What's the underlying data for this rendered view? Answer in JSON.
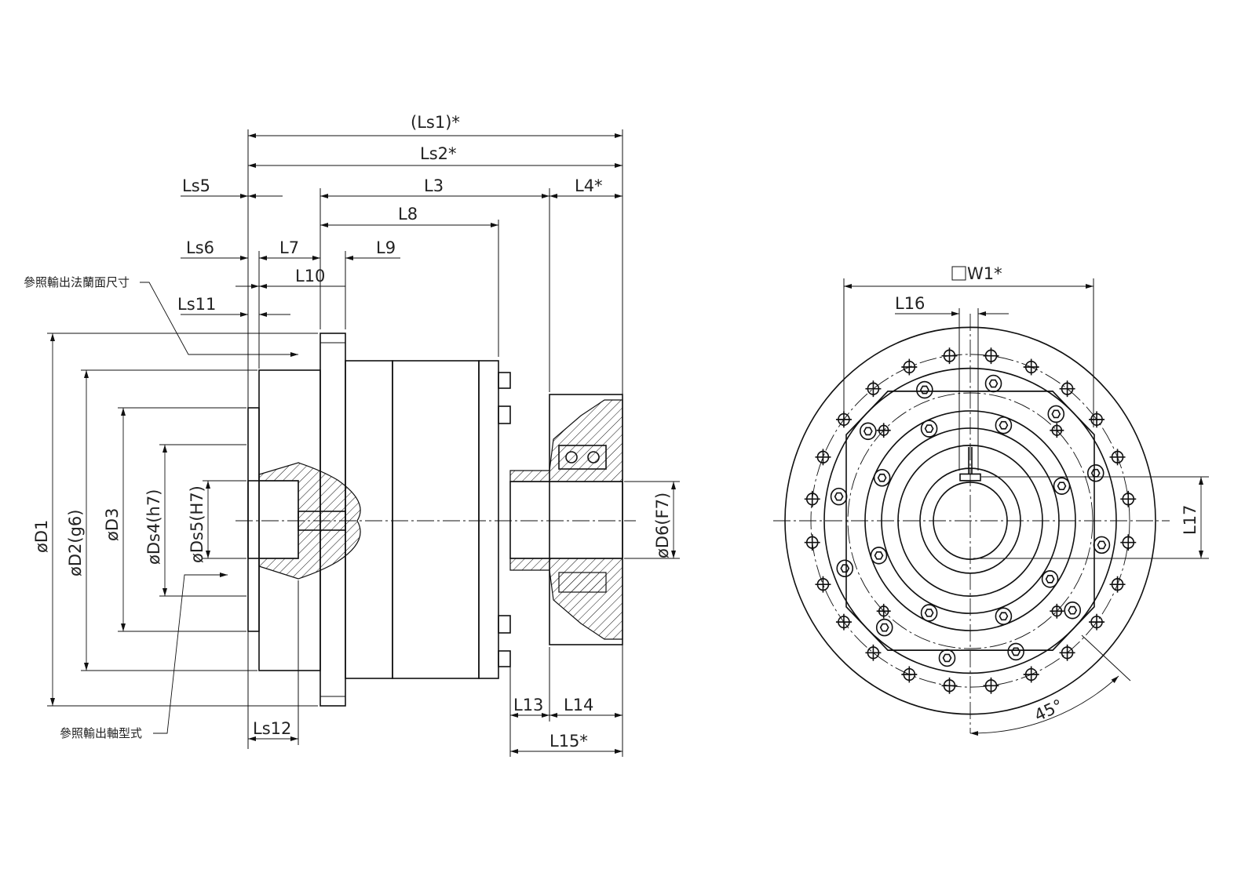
{
  "drawing": {
    "side_view": {
      "dimensions": {
        "ls1": "(Ls1)*",
        "ls2": "Ls2*",
        "ls5": "Ls5",
        "l3": "L3",
        "l4": "L4*",
        "l8": "L8",
        "ls6": "Ls6",
        "l7": "L7",
        "l9": "L9",
        "l10": "L10",
        "ls11": "Ls11",
        "d1": "øD1",
        "d2": "øD2(g6)",
        "d3": "øD3",
        "ds4": "øDs4(h7)",
        "ds5": "øDs5(H7)",
        "d6": "øD6(F7)",
        "ls12": "Ls12",
        "l13": "L13",
        "l14": "L14",
        "l15": "L15*"
      },
      "notes": {
        "flange_ref": "參照輸出法蘭面尺寸",
        "shaft_ref": "參照輸出軸型式"
      }
    },
    "front_view": {
      "dimensions": {
        "w1": "W1*",
        "l16": "L16",
        "l17": "L17",
        "angle": "45°"
      }
    }
  }
}
